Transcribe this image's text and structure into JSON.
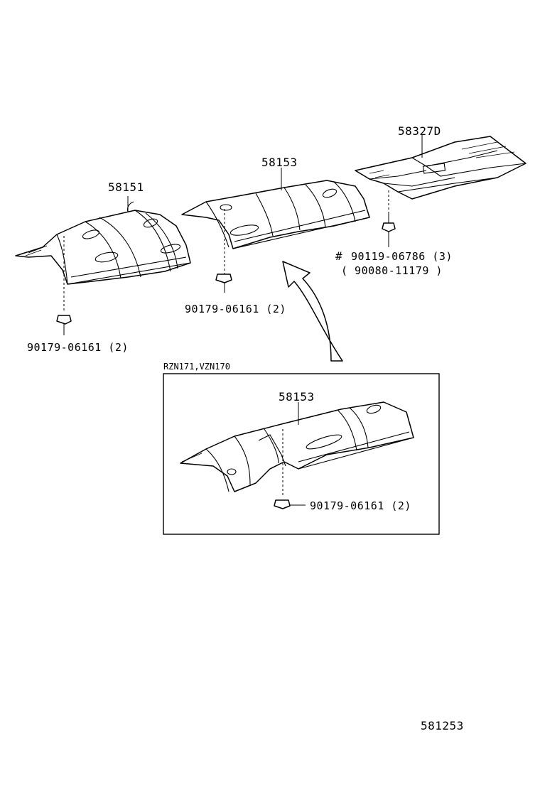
{
  "parts": {
    "p58151": "58151",
    "p58153": "58153",
    "p58327d": "58327D",
    "p58153_inset": "58153"
  },
  "fasteners": {
    "nut_left": "90179-06161 (2)",
    "nut_mid": "90179-06161 (2)",
    "nut_inset": "90179-06161 (2)",
    "bolt_mark": "#",
    "bolt": "90119-06786 (3)",
    "bolt_alt": "( 90080-11179 )"
  },
  "inset": {
    "variant_label": "RZN171,VZN170"
  },
  "diagram_id": "581253"
}
